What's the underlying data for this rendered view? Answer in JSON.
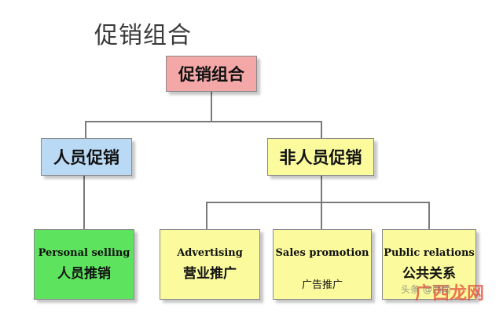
{
  "title": "促销组合",
  "root": "促销组合",
  "level2": [
    {
      "label": "人员促销"
    },
    {
      "label": "非人员促销"
    }
  ],
  "leaves": [
    {
      "en": "Personal selling",
      "zh": "人员推销"
    },
    {
      "en": "Advertising",
      "zh": "营业推广"
    },
    {
      "en": "Sales promotion",
      "zh": "广告推广"
    },
    {
      "en": "Public relations",
      "zh": "公共关系"
    }
  ],
  "watermark": {
    "logo": "广西龙网",
    "text": "头条 @西南"
  }
}
